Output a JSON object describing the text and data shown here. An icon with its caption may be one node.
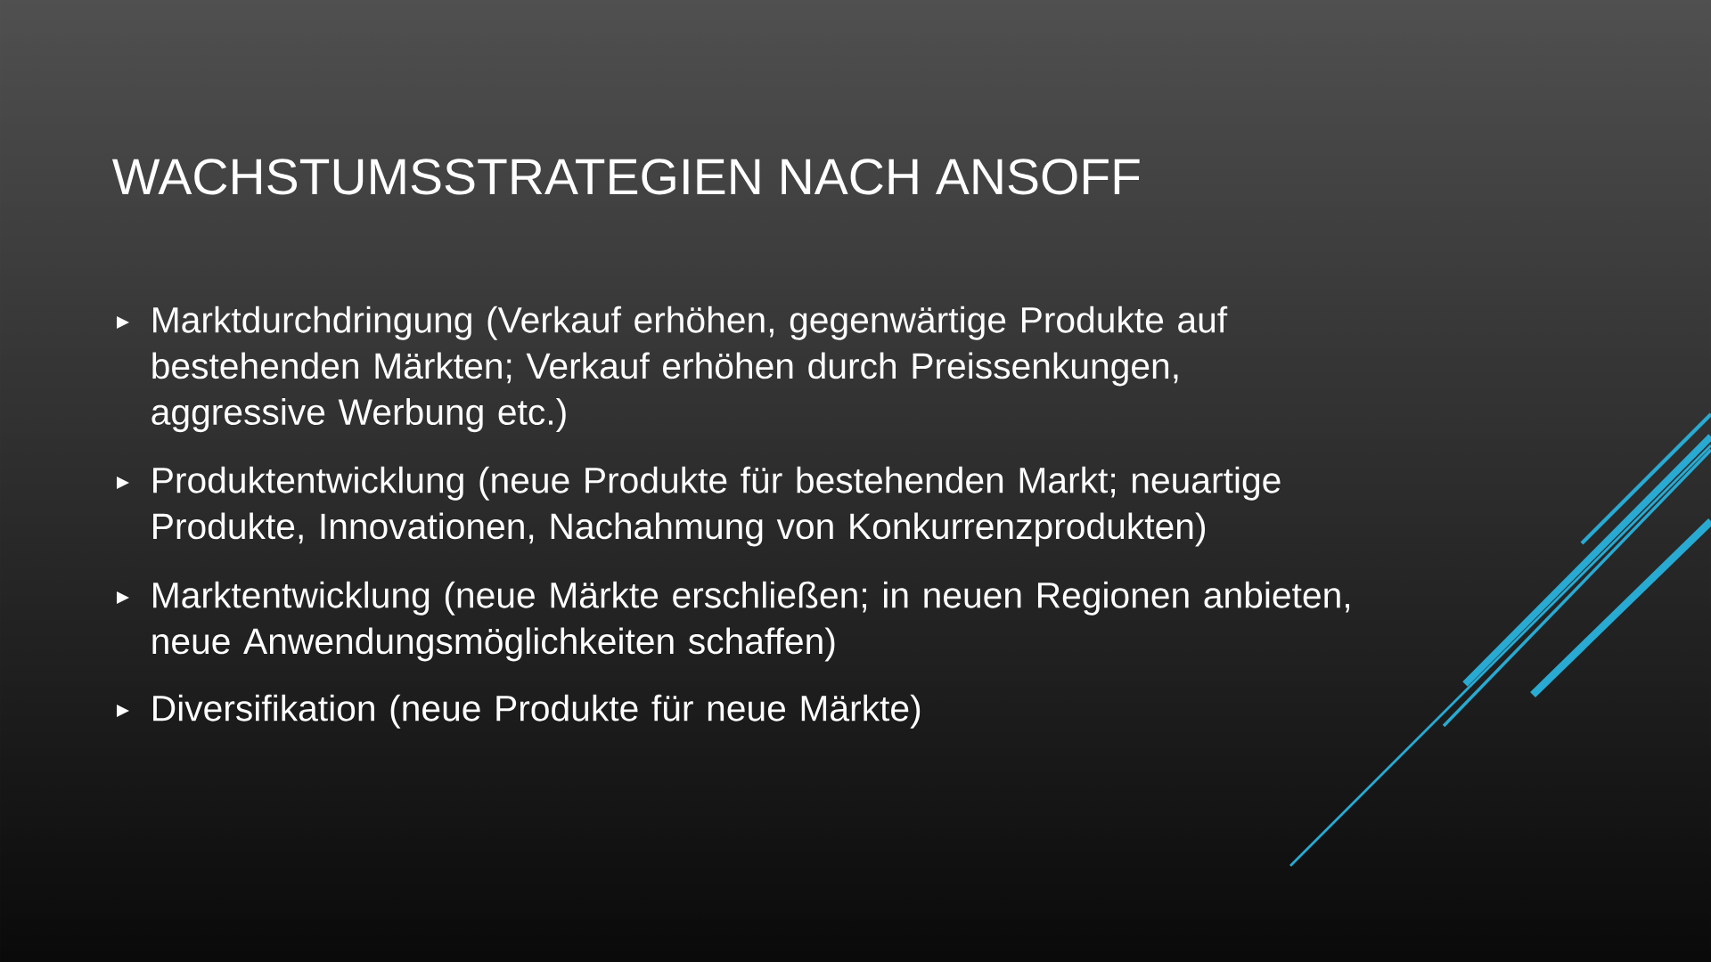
{
  "diagram": {
    "title": "WACHSTUMSSTRATEGIEN NACH ANSOFF",
    "labels": [
      "Marktdurchdringung (Verkauf erhöhen, gegenwärtige Produkte auf bestehenden Märkten; Verkauf erhöhen durch Preissenkungen, aggressive Werbung etc.)",
      "Produktentwicklung (neue Produkte für bestehenden Markt; neuartige Produkte, Innovationen, Nachahmung von Konkurrenzprodukten)",
      "Marktentwicklung (neue Märkte erschließen; in neuen Regionen anbieten, neue Anwendungsmöglichkeiten schaffen)",
      "Diversifikation (neue Produkte für neue Märkte)"
    ]
  }
}
